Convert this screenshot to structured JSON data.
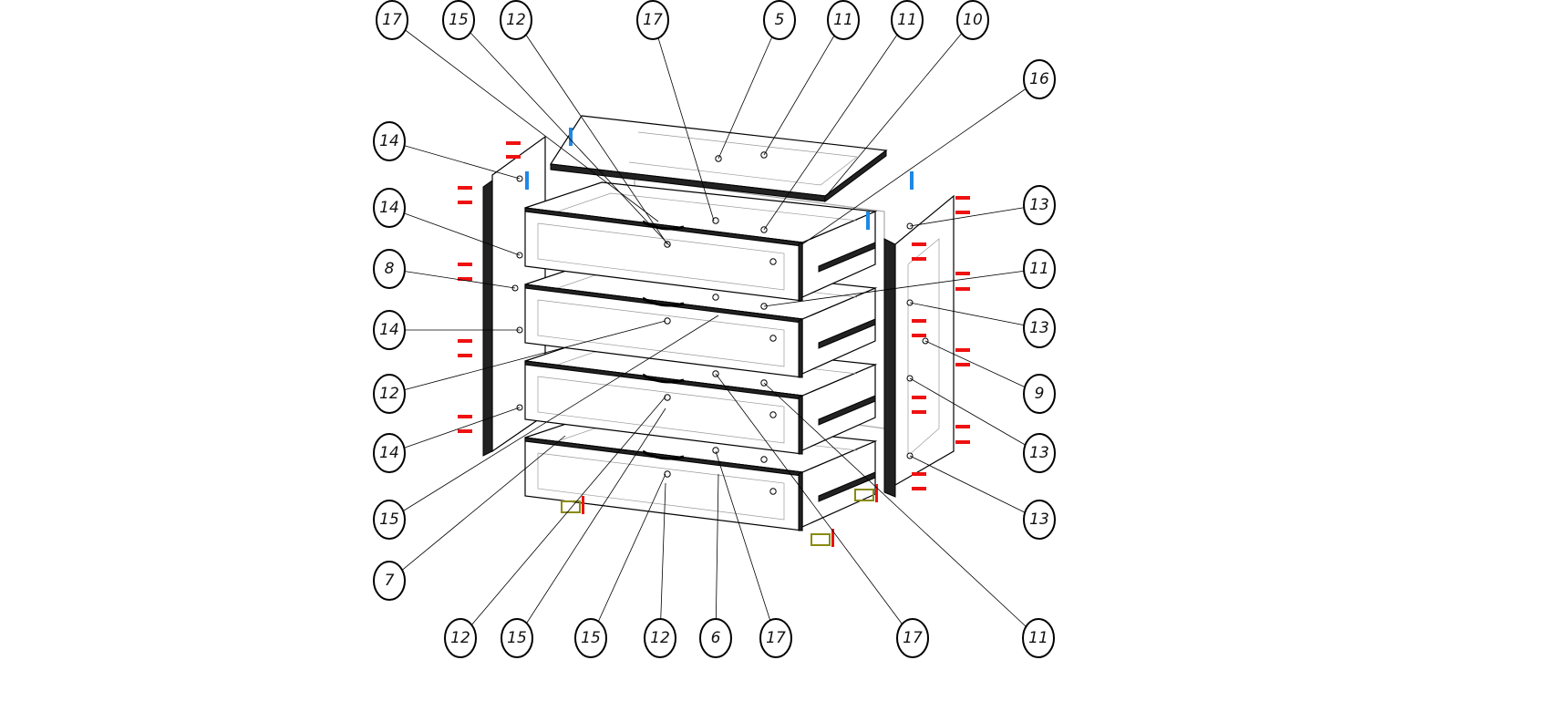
{
  "title": "Chest of drawers exploded assembly diagram",
  "callouts": [
    {
      "label": "17"
    },
    {
      "label": "15"
    },
    {
      "label": "12"
    },
    {
      "label": "17"
    },
    {
      "label": "5"
    },
    {
      "label": "11"
    },
    {
      "label": "11"
    },
    {
      "label": "10"
    },
    {
      "label": "16"
    },
    {
      "label": "14"
    },
    {
      "label": "14"
    },
    {
      "label": "8"
    },
    {
      "label": "14"
    },
    {
      "label": "12"
    },
    {
      "label": "14"
    },
    {
      "label": "15"
    },
    {
      "label": "7"
    },
    {
      "label": "13"
    },
    {
      "label": "11"
    },
    {
      "label": "13"
    },
    {
      "label": "9"
    },
    {
      "label": "13"
    },
    {
      "label": "13"
    },
    {
      "label": "12"
    },
    {
      "label": "15"
    },
    {
      "label": "15"
    },
    {
      "label": "12"
    },
    {
      "label": "6"
    },
    {
      "label": "17"
    },
    {
      "label": "17"
    },
    {
      "label": "11"
    }
  ],
  "colors": {
    "screw_red": "#ee1111",
    "dowel_blue": "#1e88e5",
    "bracket_olive": "#8a8a10"
  }
}
